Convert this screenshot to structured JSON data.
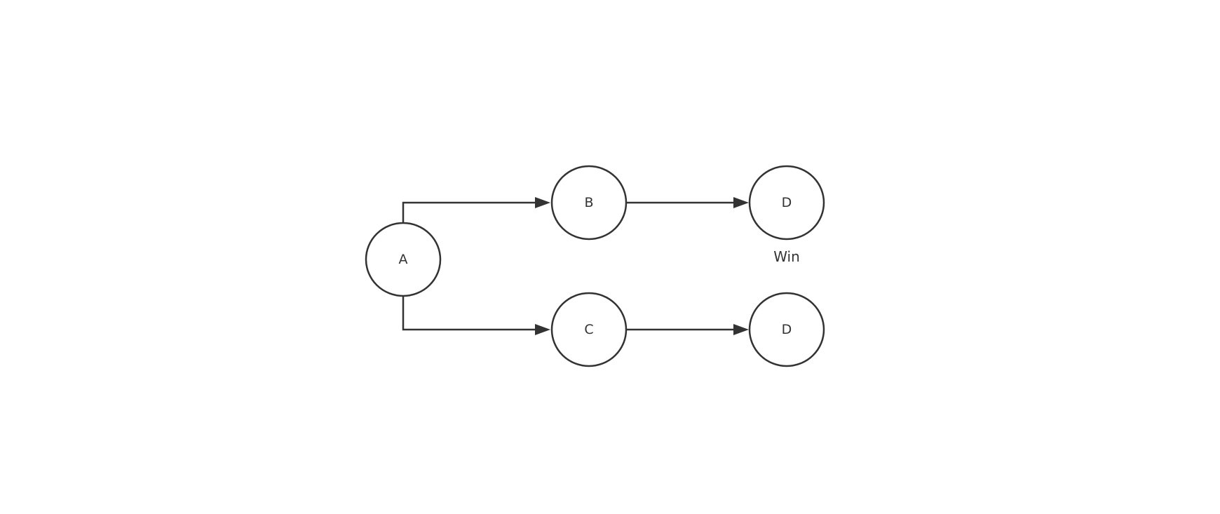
{
  "diagram": {
    "nodes": [
      {
        "id": "a",
        "label": "A"
      },
      {
        "id": "b",
        "label": "B"
      },
      {
        "id": "c",
        "label": "C"
      },
      {
        "id": "d_top",
        "label": "D"
      },
      {
        "id": "d_bottom",
        "label": "D"
      }
    ],
    "edges": [
      {
        "from": "a",
        "to": "b"
      },
      {
        "from": "a",
        "to": "c"
      },
      {
        "from": "b",
        "to": "d_top"
      },
      {
        "from": "c",
        "to": "d_bottom"
      }
    ],
    "annotations": {
      "d_top": "Win"
    },
    "colors": {
      "stroke": "#333333",
      "fill": "#ffffff"
    }
  }
}
